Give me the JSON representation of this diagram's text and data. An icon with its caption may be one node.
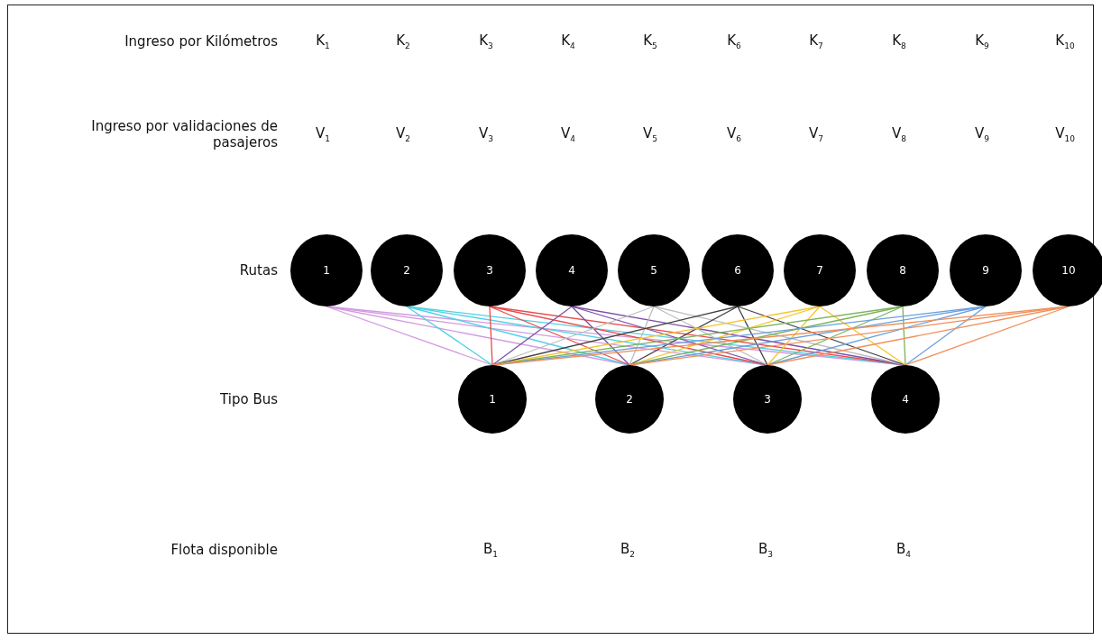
{
  "diagram": {
    "nodes": [
      {
        "text": [
          "1"
        ]
      },
      {
        "text": [
          "2"
        ]
      },
      {
        "text": [
          "3"
        ]
      },
      {
        "text": [
          "4"
        ]
      },
      {
        "text": [
          "5"
        ]
      },
      {
        "text": [
          "6"
        ]
      },
      {
        "text": [
          "7"
        ]
      },
      {
        "text": [
          "8"
        ]
      },
      {
        "text": [
          "9"
        ]
      },
      {
        "text": [
          "10"
        ]
      },
      {
        "text": [
          "1"
        ]
      },
      {
        "text": [
          "2"
        ]
      },
      {
        "text": [
          "3"
        ]
      },
      {
        "text": [
          "4"
        ]
      }
    ],
    "edges": [
      {
        "from": 0,
        "to": 10,
        "arrow": "none",
        "color": "#d29be0"
      },
      {
        "from": 0,
        "to": 11,
        "arrow": "none",
        "color": "#d29be0"
      },
      {
        "from": 0,
        "to": 12,
        "arrow": "none",
        "color": "#d29be0"
      },
      {
        "from": 0,
        "to": 13,
        "arrow": "none",
        "color": "#d29be0"
      },
      {
        "from": 1,
        "to": 10,
        "arrow": "none",
        "color": "#4fd0e4"
      },
      {
        "from": 1,
        "to": 11,
        "arrow": "none",
        "color": "#4fd0e4"
      },
      {
        "from": 1,
        "to": 12,
        "arrow": "none",
        "color": "#4fd0e4"
      },
      {
        "from": 1,
        "to": 13,
        "arrow": "none",
        "color": "#4fd0e4"
      },
      {
        "from": 2,
        "to": 10,
        "arrow": "none",
        "color": "#ea4a4a"
      },
      {
        "from": 2,
        "to": 11,
        "arrow": "none",
        "color": "#ea4a4a"
      },
      {
        "from": 2,
        "to": 12,
        "arrow": "none",
        "color": "#ea4a4a"
      },
      {
        "from": 2,
        "to": 13,
        "arrow": "none",
        "color": "#ea4a4a"
      },
      {
        "from": 3,
        "to": 10,
        "arrow": "none",
        "color": "#7a4fa8"
      },
      {
        "from": 3,
        "to": 11,
        "arrow": "none",
        "color": "#7a4fa8"
      },
      {
        "from": 3,
        "to": 12,
        "arrow": "none",
        "color": "#7a4fa8"
      },
      {
        "from": 3,
        "to": 13,
        "arrow": "none",
        "color": "#7a4fa8"
      },
      {
        "from": 4,
        "to": 10,
        "arrow": "none",
        "color": "#bdbdbd"
      },
      {
        "from": 4,
        "to": 11,
        "arrow": "none",
        "color": "#bdbdbd"
      },
      {
        "from": 4,
        "to": 12,
        "arrow": "none",
        "color": "#bdbdbd"
      },
      {
        "from": 4,
        "to": 13,
        "arrow": "none",
        "color": "#bdbdbd"
      },
      {
        "from": 5,
        "to": 10,
        "arrow": "none",
        "color": "#404040"
      },
      {
        "from": 5,
        "to": 11,
        "arrow": "none",
        "color": "#404040"
      },
      {
        "from": 5,
        "to": 12,
        "arrow": "none",
        "color": "#404040"
      },
      {
        "from": 5,
        "to": 13,
        "arrow": "none",
        "color": "#404040"
      },
      {
        "from": 6,
        "to": 10,
        "arrow": "none",
        "color": "#f5c42c"
      },
      {
        "from": 6,
        "to": 11,
        "arrow": "none",
        "color": "#f5c42c"
      },
      {
        "from": 6,
        "to": 12,
        "arrow": "none",
        "color": "#f5c42c"
      },
      {
        "from": 6,
        "to": 13,
        "arrow": "none",
        "color": "#f5c42c"
      },
      {
        "from": 7,
        "to": 10,
        "arrow": "none",
        "color": "#7cb35a"
      },
      {
        "from": 7,
        "to": 11,
        "arrow": "none",
        "color": "#7cb35a"
      },
      {
        "from": 7,
        "to": 12,
        "arrow": "none",
        "color": "#7cb35a"
      },
      {
        "from": 7,
        "to": 13,
        "arrow": "none",
        "color": "#7cb35a"
      },
      {
        "from": 8,
        "to": 10,
        "arrow": "none",
        "color": "#6a9fdc"
      },
      {
        "from": 8,
        "to": 11,
        "arrow": "none",
        "color": "#6a9fdc"
      },
      {
        "from": 8,
        "to": 12,
        "arrow": "none",
        "color": "#6a9fdc"
      },
      {
        "from": 8,
        "to": 13,
        "arrow": "none",
        "color": "#6a9fdc"
      },
      {
        "from": 9,
        "to": 10,
        "arrow": "none",
        "color": "#f0905a"
      },
      {
        "from": 9,
        "to": 11,
        "arrow": "none",
        "color": "#f0905a"
      },
      {
        "from": 9,
        "to": 12,
        "arrow": "none",
        "color": "#f0905a"
      },
      {
        "from": 9,
        "to": 13,
        "arrow": "none",
        "color": "#f0905a"
      }
    ],
    "labels": [
      "Ingreso por Kilómetros",
      "K$_{1}$",
      "K$_{2}$",
      "K$_{3}$",
      "K$_{4}$",
      "K$_{5}$",
      "K$_{6}$",
      "K$_{7}$",
      "K$_{8}$",
      "K$_{9}$",
      "K$_{10}$",
      "Ingreso por validaciones de pasajeros",
      "V$_{1}$",
      "V$_{2}$",
      "V$_{3}$",
      "V$_{4}$",
      "V$_{5}$",
      "V$_{6}$",
      "V$_{7}$",
      "V$_{8}$",
      "V$_{9}$",
      "V$_{10}$",
      "Rutas",
      "Tipo Bus",
      "Flota disponible",
      "B$_{1}$",
      "B$_{2}$",
      "B$_{3}$",
      "B$_{4}$"
    ]
  }
}
